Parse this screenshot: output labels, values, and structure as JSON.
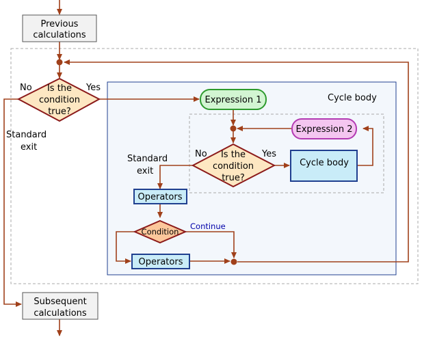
{
  "colors": {
    "arrow": "#a0401a",
    "gray_box_fill": "#f2f2f2",
    "cycle_region_fill": "#f3f7fc",
    "cycle_region_stroke": "#1f3f8f",
    "diamond_fill": "#fde7c2",
    "diamond_stroke": "#8b1a1a",
    "expr1_fill": "#d2f5d2",
    "expr1_stroke": "#2d9a2d",
    "expr2_fill": "#f4c6f0",
    "expr2_stroke": "#b23ab2",
    "cyan_box_fill": "#c9ecf8",
    "cyan_box_stroke": "#1f3f8f",
    "condition_fill": "#fcc79b"
  },
  "blocks": {
    "previous": [
      "Previous",
      "calculations"
    ],
    "subsequent": [
      "Subsequent",
      "calculations"
    ],
    "outer_condition": [
      "Is the",
      "condition",
      "true?"
    ],
    "inner_condition": [
      "Is the",
      "condition",
      "true?"
    ],
    "expression1": "Expression 1",
    "expression2": "Expression 2",
    "cycle_body_box": "Cycle body",
    "cycle_body_title": "Cycle body",
    "operators_top": "Operators",
    "operators_bottom": "Operators",
    "condition_small": "Condition"
  },
  "labels": {
    "outer_no": "No",
    "outer_yes": "Yes",
    "outer_exit": [
      "Standard",
      "exit"
    ],
    "inner_no": "No",
    "inner_yes": "Yes",
    "inner_exit": [
      "Standard",
      "exit"
    ],
    "continue": "Continue"
  }
}
